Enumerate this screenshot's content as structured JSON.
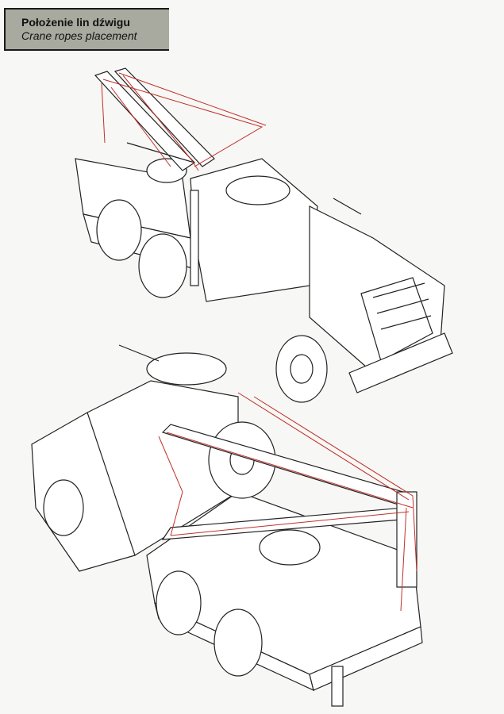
{
  "header": {
    "title_pl": "Położenie lin dźwigu",
    "title_en": "Crane ropes placement"
  },
  "colors": {
    "header_bg": "#a8aa9f",
    "rope": "#c0302a"
  },
  "figures": [
    {
      "name": "truck-front-right-view"
    },
    {
      "name": "truck-rear-left-view"
    }
  ]
}
